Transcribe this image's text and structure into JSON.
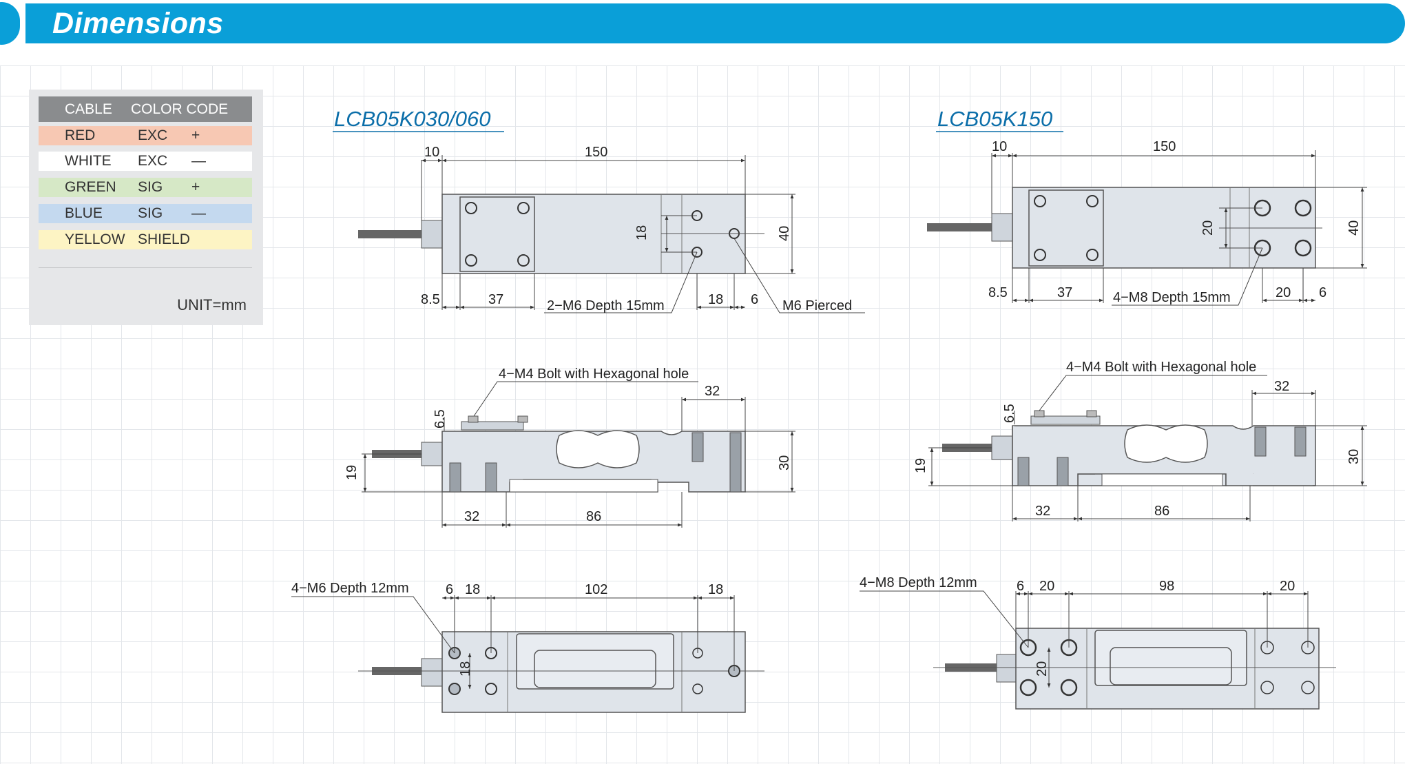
{
  "header": {
    "title": "Dimensions"
  },
  "legend": {
    "headers": [
      "CABLE",
      "COLOR CODE"
    ],
    "rows": [
      {
        "color": "RED",
        "code": "EXC",
        "sign": "+",
        "bg": "#f7c8b3"
      },
      {
        "color": "WHITE",
        "code": "EXC",
        "sign": "—",
        "bg": "#ffffff"
      },
      {
        "color": "GREEN",
        "code": "SIG",
        "sign": "+",
        "bg": "#d6e8c6"
      },
      {
        "color": "BLUE",
        "code": "SIG",
        "sign": "—",
        "bg": "#c4d9ef"
      },
      {
        "color": "YELLOW",
        "code": "SHIELD",
        "sign": "",
        "bg": "#fdf4c4"
      }
    ],
    "unit": "UNIT=mm"
  },
  "models": [
    {
      "name": "LCB05K030/060",
      "top": {
        "d1": "10",
        "d2": "150",
        "d3": "18",
        "d4": "40",
        "d5": "8.5",
        "d6": "37",
        "d7": "18",
        "d8": "6",
        "note1": "2−M6 Depth 15mm",
        "note2": "M6 Pierced"
      },
      "side": {
        "bolt": "4−M4 Bolt with Hexagonal hole",
        "d1": "32",
        "d2": "6.5",
        "d3": "19",
        "d4": "30",
        "d5": "32",
        "d6": "86"
      },
      "bottom": {
        "note": "4−M6 Depth 12mm",
        "d1": "6",
        "d2": "18",
        "d3": "102",
        "d4": "18",
        "d5": "18"
      }
    },
    {
      "name": "LCB05K150",
      "top": {
        "d1": "10",
        "d2": "150",
        "d3": "20",
        "d4": "40",
        "d5": "8.5",
        "d6": "37",
        "note1": "4−M8 Depth 15mm",
        "d7": "20",
        "d8": "6"
      },
      "side": {
        "bolt": "4−M4 Bolt with Hexagonal hole",
        "d1": "32",
        "d2": "6.5",
        "d3": "19",
        "d4": "30",
        "d5": "32",
        "d6": "86"
      },
      "bottom": {
        "note": "4−M8 Depth 12mm",
        "d1": "6",
        "d2": "20",
        "d3": "98",
        "d4": "20",
        "d5": "20"
      }
    }
  ],
  "colors": {
    "accent": "#0a9fd8",
    "model_text": "#0b6ea9",
    "legend_header": "#8a8c8e"
  }
}
